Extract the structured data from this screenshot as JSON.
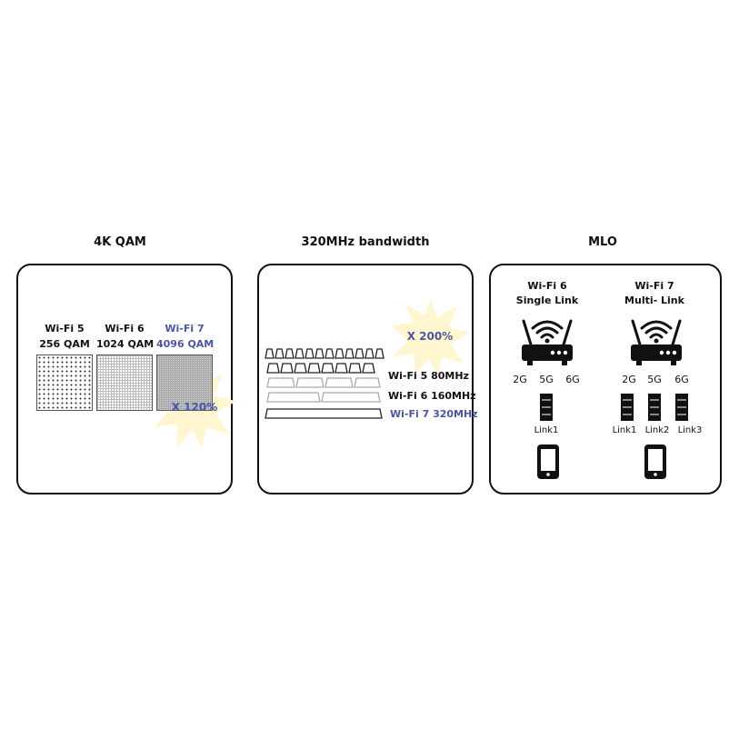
{
  "panels": {
    "qam": {
      "title": "4K QAM",
      "items": [
        {
          "name": "Wi-Fi 5",
          "qam": "256 QAM"
        },
        {
          "name": "Wi-Fi 6",
          "qam": "1024 QAM"
        },
        {
          "name": "Wi-Fi 7",
          "qam": "4096 QAM"
        }
      ],
      "badge": "X 120%"
    },
    "bandwidth": {
      "title": "320MHz bandwidth",
      "badge": "X 200%",
      "rows": [
        {
          "label": "Wi-Fi 5 80MHz"
        },
        {
          "label": "Wi-Fi 6 160MHz"
        },
        {
          "label": "Wi-Fi 7 320MHz"
        }
      ]
    },
    "mlo": {
      "title": "MLO",
      "left": {
        "title_line1": "Wi-Fi 6",
        "title_line2": "Single Link",
        "bands": [
          "2G",
          "5G",
          "6G"
        ],
        "links": [
          "Link1"
        ]
      },
      "right": {
        "title_line1": "Wi-Fi 7",
        "title_line2": "Multi- Link",
        "bands": [
          "2G",
          "5G",
          "6G"
        ],
        "links": [
          "Link1",
          "Link2",
          "Link3"
        ]
      }
    }
  },
  "colors": {
    "accent_blue": "#4a55a8",
    "badge_fill": "#fff5cf",
    "border": "#111111"
  },
  "icons": [
    "router-icon",
    "wifi-signal-icon",
    "phone-icon",
    "starburst-icon",
    "data-stream-icon"
  ]
}
